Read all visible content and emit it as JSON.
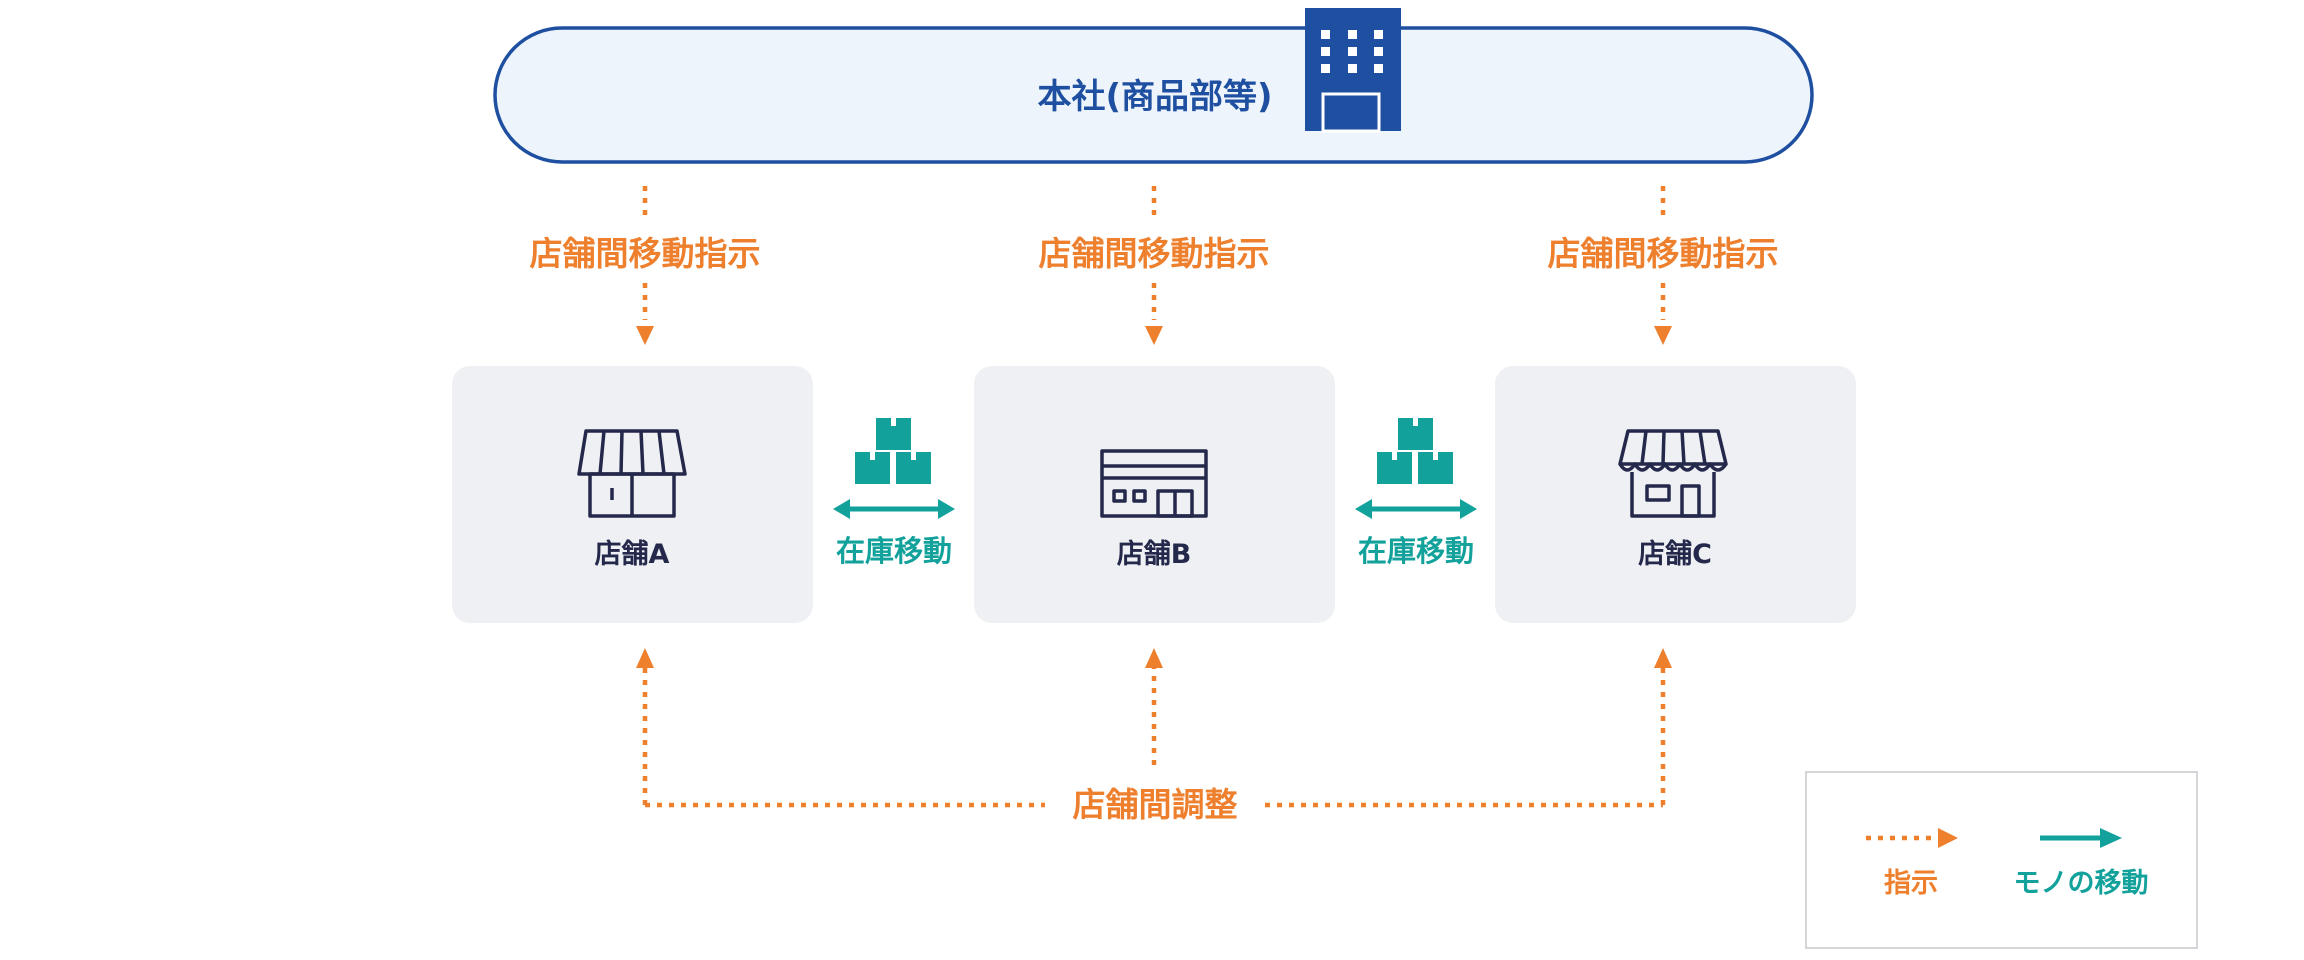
{
  "colors": {
    "hq_fill": "#eef4fb",
    "hq_stroke": "#1e4fa0",
    "instruction": "#ee7f2d",
    "movement": "#12a19b",
    "store_card": "#eef0f3",
    "icon": "#24284a"
  },
  "headquarters": {
    "label": "本社(商品部等)",
    "icon": "office-building-icon"
  },
  "instruction_label": "店舗間移動指示",
  "stores": [
    {
      "name": "店舗A",
      "icon": "storefront-striped-awning-icon"
    },
    {
      "name": "店舗B",
      "icon": "warehouse-shop-icon"
    },
    {
      "name": "店舗C",
      "icon": "storefront-scalloped-awning-icon"
    }
  ],
  "stock_transfer": {
    "label": "在庫移動",
    "icon": "stacked-boxes-icon"
  },
  "coordination": {
    "label": "店舗間調整"
  },
  "legend": {
    "instruction_label": "指示",
    "movement_label": "モノの移動"
  }
}
